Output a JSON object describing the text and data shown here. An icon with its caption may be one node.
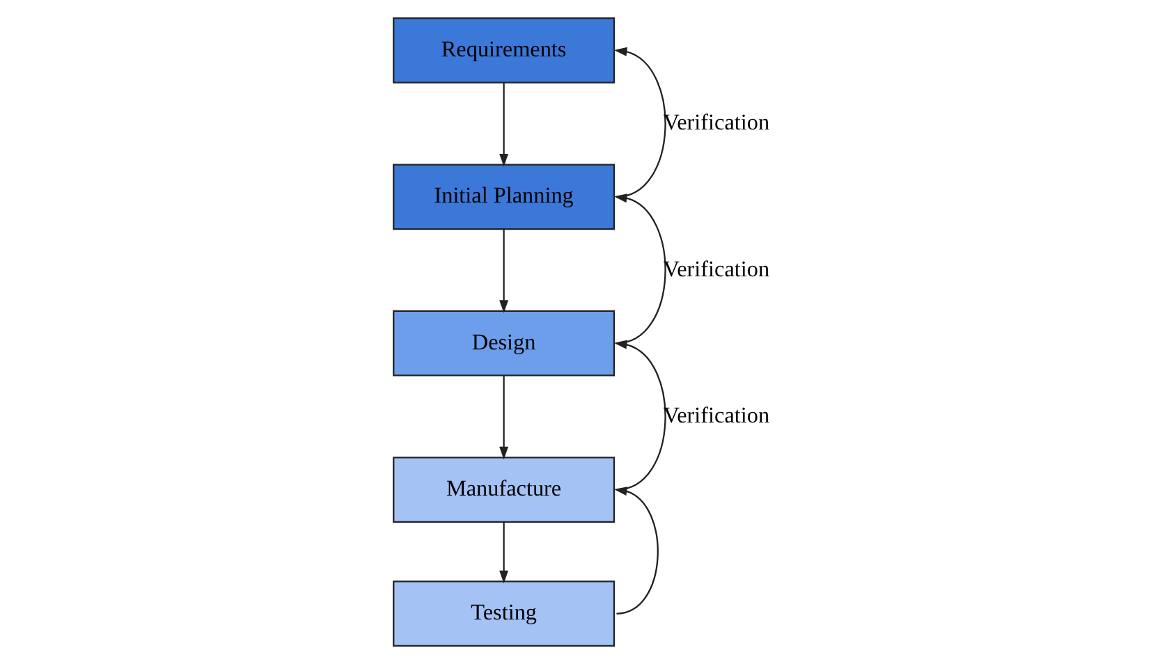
{
  "diagram": {
    "nodes": [
      {
        "text": [
          "Requirements"
        ]
      },
      {
        "text": [
          "Initial Planning"
        ]
      },
      {
        "text": [
          "Design"
        ]
      },
      {
        "text": [
          "Manufacture"
        ]
      },
      {
        "text": [
          "Testing"
        ]
      }
    ],
    "edges": [
      {
        "from": 0,
        "to": 1,
        "arrow": "to"
      },
      {
        "from": 1,
        "to": 0,
        "arrow": "to",
        "label": "Verification"
      },
      {
        "from": 1,
        "to": 2,
        "arrow": "to"
      },
      {
        "from": 2,
        "to": 1,
        "arrow": "to",
        "label": "Verification"
      },
      {
        "from": 2,
        "to": 3,
        "arrow": "to"
      },
      {
        "from": 3,
        "to": 2,
        "arrow": "to",
        "label": "Verification"
      },
      {
        "from": 3,
        "to": 4,
        "arrow": "to"
      },
      {
        "from": 4,
        "to": 3,
        "arrow": "to"
      }
    ]
  }
}
